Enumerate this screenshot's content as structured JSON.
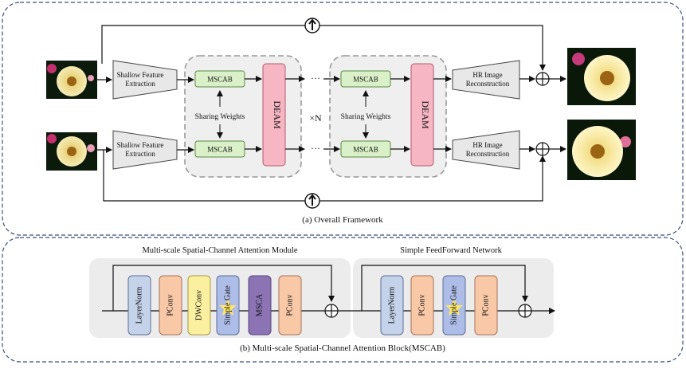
{
  "framework": {
    "caption": "(a) Overall Framework",
    "shallow_label_1": "Shallow Feature",
    "shallow_label_2": "Extraction",
    "hr_label_1": "HR Image",
    "hr_label_2": "Reconstruction",
    "mscab_label": "MSCAB",
    "deam_label": "DEAM",
    "sharing_label": "Sharing Weights",
    "repeat_label": "×N",
    "ellipsis": "···",
    "upsample_icon": "up-arrow-circle-icon",
    "add_icon": "circled-plus-icon"
  },
  "block": {
    "caption": "(b) Multi-scale Spatial-Channel Attention Block(MSCAB)",
    "module_title": "Multi-scale Spatial-Channel Attention Module",
    "ffn_title": "Simple FeedForward Network",
    "layernorm": "LayerNorm",
    "pconv": "PConv",
    "dwconv": "DWConv",
    "simple_gate": "Simple Gate",
    "msca": "MSCA"
  },
  "colors": {
    "mscab_fill": "#d9f0c8",
    "deam_fill": "#f7b6c4",
    "layernorm_fill": "#c5d3ea",
    "pconv_fill": "#f9c9a7",
    "dwconv_fill": "#fbf0a0",
    "gate_fill": "#aebde8",
    "msca_fill": "#8b73b4",
    "star": "#ffe866",
    "dashed_frame": "#3a4f7a"
  }
}
